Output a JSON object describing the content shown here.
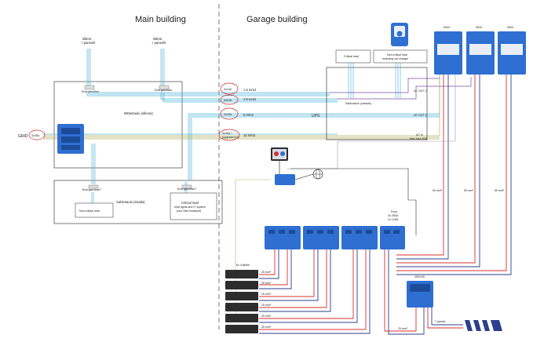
{
  "headers": {
    "main_building": "Main building",
    "garage_building": "Garage building"
  },
  "grid": {
    "label": "GRID",
    "fuse": "3x35A"
  },
  "main": {
    "mikro_left": "Mikrot",
    "mikro_left_sub": "+ paneelit",
    "mikro_right": "Mikrot",
    "mikro_right_sub": "+ paneelit",
    "energy_meter_1": "Energiamittari",
    "energy_meter_2": "Energiamittari",
    "mittaritaulu": "Mittaritaulu (olkona)",
    "energy_meter_3": "Energiamittari?",
    "energy_meter_4": "Energiamittari?",
    "sahko_taulu": "Sahkotaulu (sisalla)",
    "non_critical": "Non-critical load",
    "critical": "Critical load",
    "critical_sub1": "heat lights and IT system",
    "critical_sub2": "(see visio breakout)"
  },
  "cables": {
    "c1_fuse": "3x10A",
    "c1_size": "1.5 mm2",
    "c2_fuse": "3x10A",
    "c2_size": "2.5 mm2",
    "c3_fuse": "3x25A",
    "c3_size": "6 mm2",
    "c4_fuse": "3x35A ?",
    "c4_sub": "(upgrade to?)",
    "c4_size": "10 mm2",
    "ups": "UPS"
  },
  "garage": {
    "critical_load": "Critical load",
    "non_critical_ev1": "Non-critical load",
    "non_critical_ev2": "including car charger",
    "sahkotaulu": "Sahkotaulu (varasto)",
    "ac_out_2": "AC OUT 2",
    "ac_out_1": "AC OUT 1",
    "ac_in": "AC In",
    "max_fuse": "Max fuse 50A",
    "inverter_labels": [
      "5000",
      "5000",
      "5000"
    ],
    "cable_50a": "50 mm²",
    "cable_50b": "50 mm²",
    "cable_50c": "50 mm²",
    "fuse_title": "Fuse",
    "fuse_l1": "3x 250A",
    "fuse_l2": "1x 125A",
    "battery_title": "6x 4,8kWh",
    "batt_cable_1": "25 mm²",
    "batt_cable_2": "25 mm²",
    "batt_cable_3": "25 mm²",
    "batt_cable_4": "25 mm²",
    "batt_cable_5": "25 mm²",
    "batt_cable_6": "25 mm²",
    "mppt_label": "450/100",
    "mppt_cable": "25 mm²",
    "panels": "7 panels"
  },
  "colors": {
    "blue_device": "#2f6fd1",
    "ac_cyan": "#5ab7dd",
    "pos_red": "#d8302c",
    "neg_blue": "#2b3f8c",
    "purple": "#7a4ea3",
    "olive": "#b5b36a",
    "grey": "#9a9a9a",
    "battery": "#2d2d2d",
    "ellipse_red": "#cc2a2a"
  }
}
